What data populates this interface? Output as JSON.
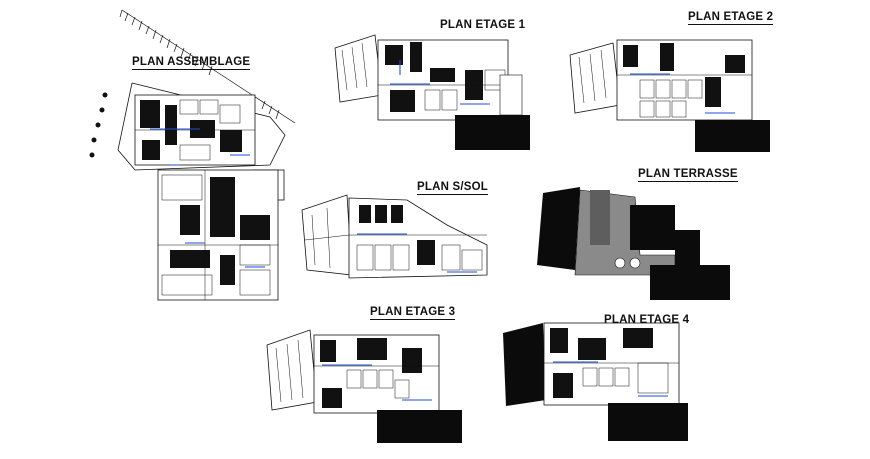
{
  "drawing": {
    "labels": {
      "assemblage": "PLAN ASSEMBLAGE",
      "etage1": "PLAN ETAGE 1",
      "etage2": "PLAN ETAGE 2",
      "sous_sol": "PLAN S/SOL",
      "terrasse": "PLAN TERRASSE",
      "etage3": "PLAN ETAGE 3",
      "etage4": "PLAN ETAGE 4"
    }
  },
  "colors": {
    "line": "#111111",
    "accent": "#1e4fd8",
    "fill_dark": "#0b0b0b",
    "fill_grey": "#8a8a8a",
    "background": "#ffffff"
  }
}
